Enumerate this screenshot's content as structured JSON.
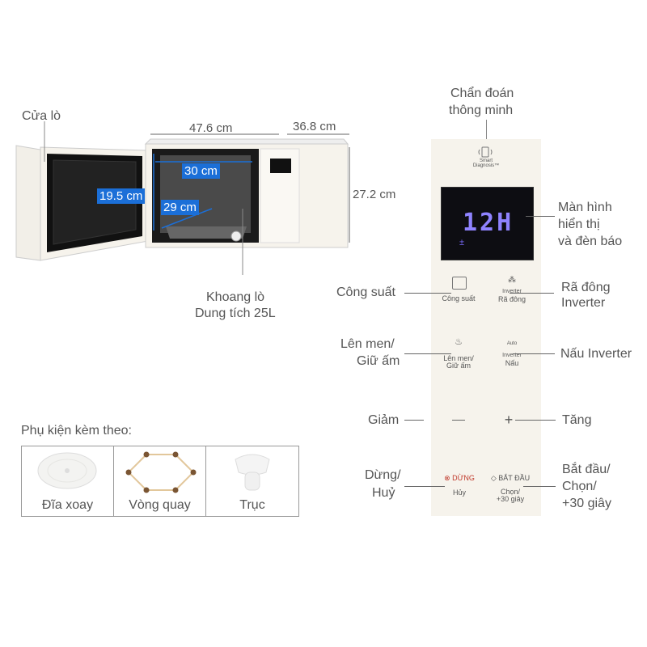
{
  "microwave": {
    "door_label": "Cửa lò",
    "width_dim": "47.6 cm",
    "depth_dim": "36.8 cm",
    "height_dim": "27.2 cm",
    "inner_width": "30 cm",
    "inner_height": "19.5 cm",
    "inner_depth": "29 cm",
    "cavity_label_1": "Khoang lò",
    "cavity_label_2": "Dung tích 25L"
  },
  "panel": {
    "smart_label_1": "Chẩn đoán",
    "smart_label_2": "thông minh",
    "smart_icon_text_1": "Smart",
    "smart_icon_text_2": "Diagnosis™",
    "display_text": "12H",
    "display_label_1": "Màn hình",
    "display_label_2": "hiển thị",
    "display_label_3": "và đèn báo",
    "power_callout": "Công suất",
    "power_btn": "Công suất",
    "defrost_callout_1": "Rã đông",
    "defrost_callout_2": "Inverter",
    "defrost_btn_1": "Inverter",
    "defrost_btn_2": "Rã đông",
    "ferment_callout_1": "Lên men/",
    "ferment_callout_2": "Giữ ấm",
    "ferment_btn_1": "Lên men/",
    "ferment_btn_2": "Giữ ấm",
    "cook_callout": "Nấu Inverter",
    "cook_btn_1": "Auto",
    "cook_btn_2": "Inverter",
    "cook_btn_3": "Nấu",
    "minus_callout": "Giảm",
    "plus_callout": "Tăng",
    "stop_callout_1": "Dừng/",
    "stop_callout_2": "Huỷ",
    "stop_btn_1": "DỪNG",
    "stop_btn_2": "Hủy",
    "start_callout_1": "Bắt đầu/",
    "start_callout_2": "Chọn/",
    "start_callout_3": "+30 giây",
    "start_btn_1": "BẮT ĐẦU",
    "start_btn_2": "Chọn/",
    "start_btn_3": "+30 giây"
  },
  "accessories": {
    "title": "Phụ kiện kèm theo:",
    "items": [
      {
        "label": "Đĩa xoay"
      },
      {
        "label": "Vòng quay"
      },
      {
        "label": "Trục"
      }
    ]
  },
  "colors": {
    "accent_blue": "#1b6fd8",
    "stop_red": "#c0392b",
    "panel_bg": "#f6f3ec",
    "display_purple": "#7b6cff"
  }
}
